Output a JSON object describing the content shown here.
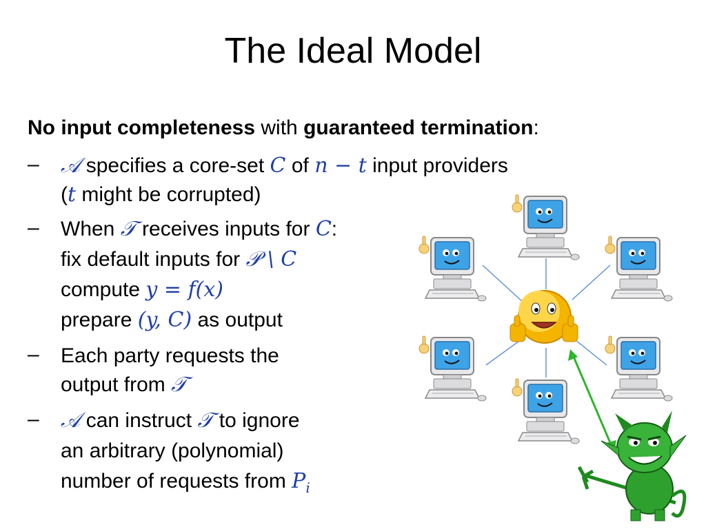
{
  "slide": {
    "title": "The Ideal Model",
    "heading": {
      "part1": "No input completeness",
      "part2": " with ",
      "part3": "guaranteed termination",
      "part4": ":"
    },
    "bullets": [
      {
        "dash": "–",
        "lines": [
          {
            "a": "𝒜",
            "t1": " specifies a core-set ",
            "c": "C",
            "t2": " of ",
            "n": "n − t",
            "t3": " input providers"
          },
          {
            "open": "(",
            "t": "t",
            "rest": " might be corrupted)"
          }
        ]
      },
      {
        "dash": "–",
        "lines": [
          {
            "t1": "When ",
            "T": "𝒯",
            "t2": " receives inputs for ",
            "c": "C",
            "t3": ":"
          },
          {
            "t1": "fix default inputs for ",
            "m": "𝒫 \\ C"
          },
          {
            "t1": "compute ",
            "m": "y = f(x)"
          },
          {
            "t1": "prepare ",
            "m": "(y, C)",
            "t2": " as output"
          }
        ]
      },
      {
        "dash": "–",
        "lines": [
          {
            "t1": "Each party requests the"
          },
          {
            "t1": "output from ",
            "T": "𝒯"
          }
        ]
      },
      {
        "dash": "–",
        "lines": [
          {
            "a": "𝒜",
            "t1": " can instruct ",
            "T": "𝒯",
            "t2": " to ignore"
          },
          {
            "t1": "an arbitrary (polynomial)"
          },
          {
            "t1": "number of requests from ",
            "p": "P",
            "sub": "i"
          }
        ]
      }
    ]
  },
  "diagram": {
    "center_icon": "smiley-thumbs-up-icon",
    "party_icon": "computer-pointing-icon",
    "adversary_icon": "green-devil-icon",
    "line_color": "#5b8fcf",
    "attack_color": "#2db52d"
  }
}
